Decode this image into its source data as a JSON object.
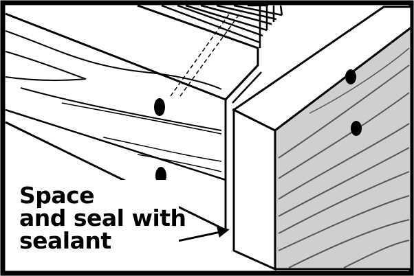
{
  "colors": {
    "ink": "#000000",
    "paper": "#ffffff",
    "shaded_board": "#cfcfcf",
    "grain": "#555555"
  },
  "callout": {
    "line1": "Space",
    "line2": "and seal with",
    "line3": "sealant"
  },
  "icons": {
    "arrow": "arrow-icon",
    "fastener": "fastener-hole-icon"
  }
}
